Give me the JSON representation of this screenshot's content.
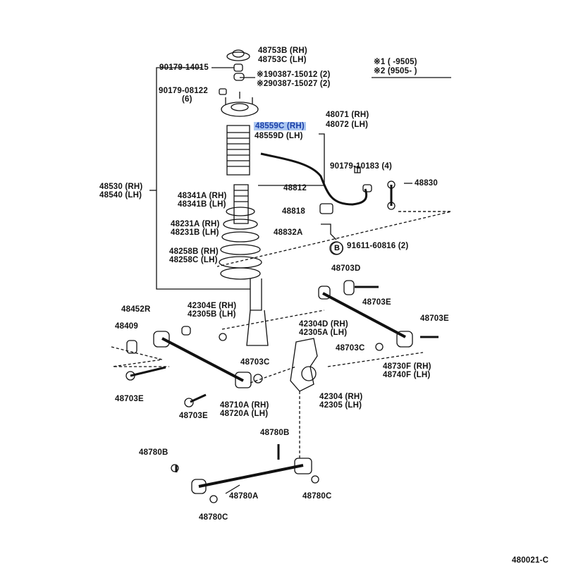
{
  "labels": {
    "l48753b": "48753B (RH)",
    "l48753c": "48753C (LH)",
    "note1": "※1 (        -9505)",
    "note2": "※2 (9505-        )",
    "l90179_14015": "90179-14015",
    "l90387_15012": "※190387-15012 (2)",
    "l90387_15027": "※290387-15027 (2)",
    "l90179_08122": "90179-08122",
    "l6": "(6)",
    "l48071": "48071 (RH)",
    "l48072": "48072 (LH)",
    "l48559c": "48559C (RH)",
    "l48559d": "48559D (LH)",
    "l90179_10183": "90179-10183 (4)",
    "l48812": "48812",
    "l48830": "48830",
    "l48530": "48530 (RH)",
    "l48540": "48540 (LH)",
    "l48341a": "48341A (RH)",
    "l48341b": "48341B (LH)",
    "l48818": "48818",
    "l48231a": "48231A (RH)",
    "l48231b": "48231B (LH)",
    "l48832a": "48832A",
    "b_mark": "B",
    "l91611": "91611-60816 (2)",
    "l48258b": "48258B (RH)",
    "l48258c": "48258C (LH)",
    "l48703d": "48703D",
    "l48703e_1": "48703E",
    "l48452r": "48452R",
    "l42304e": "42304E (RH)",
    "l42305b": "42305B (LH)",
    "l48409": "48409",
    "l42304d": "42304D (RH)",
    "l42305a": "42305A (LH)",
    "l48703e_2": "48703E",
    "l48703c_1": "48703C",
    "l48703c_2": "48703C",
    "l48730f": "48730F (RH)",
    "l48740f": "48740F (LH)",
    "l42304": "42304 (RH)",
    "l42305": "42305 (LH)",
    "l48703e_3": "48703E",
    "l48710a": "48710A (RH)",
    "l48720a": "48720A (LH)",
    "l48703e_4": "48703E",
    "l48780b_1": "48780B",
    "l48780b_2": "48780B",
    "l48780a": "48780A",
    "l48780c_1": "48780C",
    "l48780c_2": "48780C",
    "diagram_id": "480021-C"
  },
  "colors": {
    "highlight": "#4682e1",
    "line": "#111111"
  }
}
